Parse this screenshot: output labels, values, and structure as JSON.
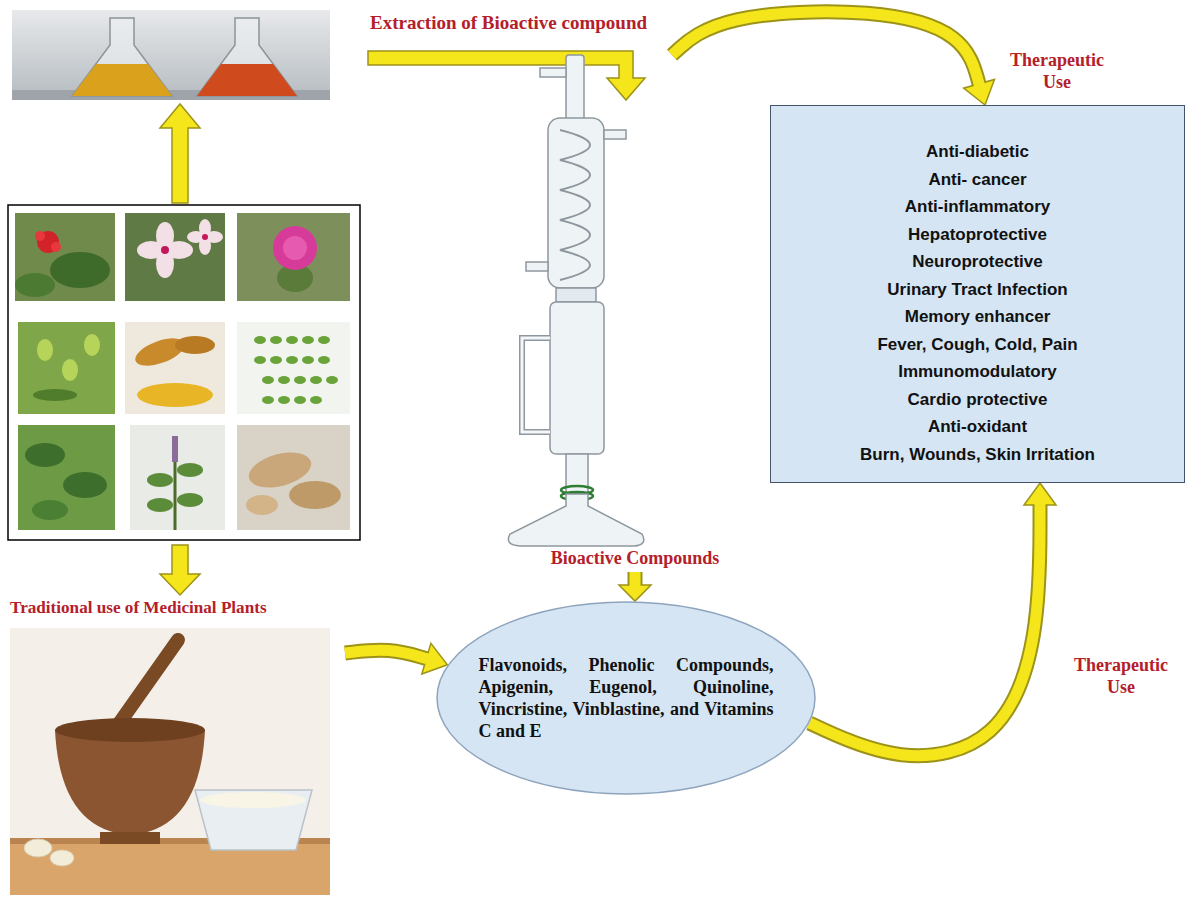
{
  "diagram": {
    "nodes": [
      {
        "text": [
          "Bioactive Compounds"
        ]
      },
      {
        "text": [
          "Traditional use of Medicinal Plants"
        ]
      },
      {
        "text": [
          "Flavonoids, Phenolic Compounds, Apigenin, Eugenol, Quinoline, Vincristine, Vinblastine, and Vitamins C and E"
        ]
      },
      {
        "text": [
          "Anti-diabetic",
          "Anti- cancer",
          "Anti-inflammatory",
          "Hepatoprotective",
          "Neuroprotective",
          "Urinary Tract Infection",
          "Memory enhancer",
          "Fever, Cough, Cold, Pain",
          "Immunomodulatory",
          "Cardio protective",
          "Anti-oxidant",
          "Burn, Wounds, Skin Irritation"
        ]
      }
    ],
    "edges": [
      {
        "from": 0,
        "to": 3,
        "label": "Therapeutic Use",
        "arrow": "to"
      },
      {
        "from": 0,
        "to": 2,
        "arrow": "to"
      },
      {
        "from": 1,
        "to": 2,
        "arrow": "to"
      },
      {
        "from": 2,
        "to": 3,
        "label": "Therapeutic Use",
        "arrow": "to"
      }
    ],
    "labels": [
      "Extraction of Bioactive compound"
    ]
  }
}
